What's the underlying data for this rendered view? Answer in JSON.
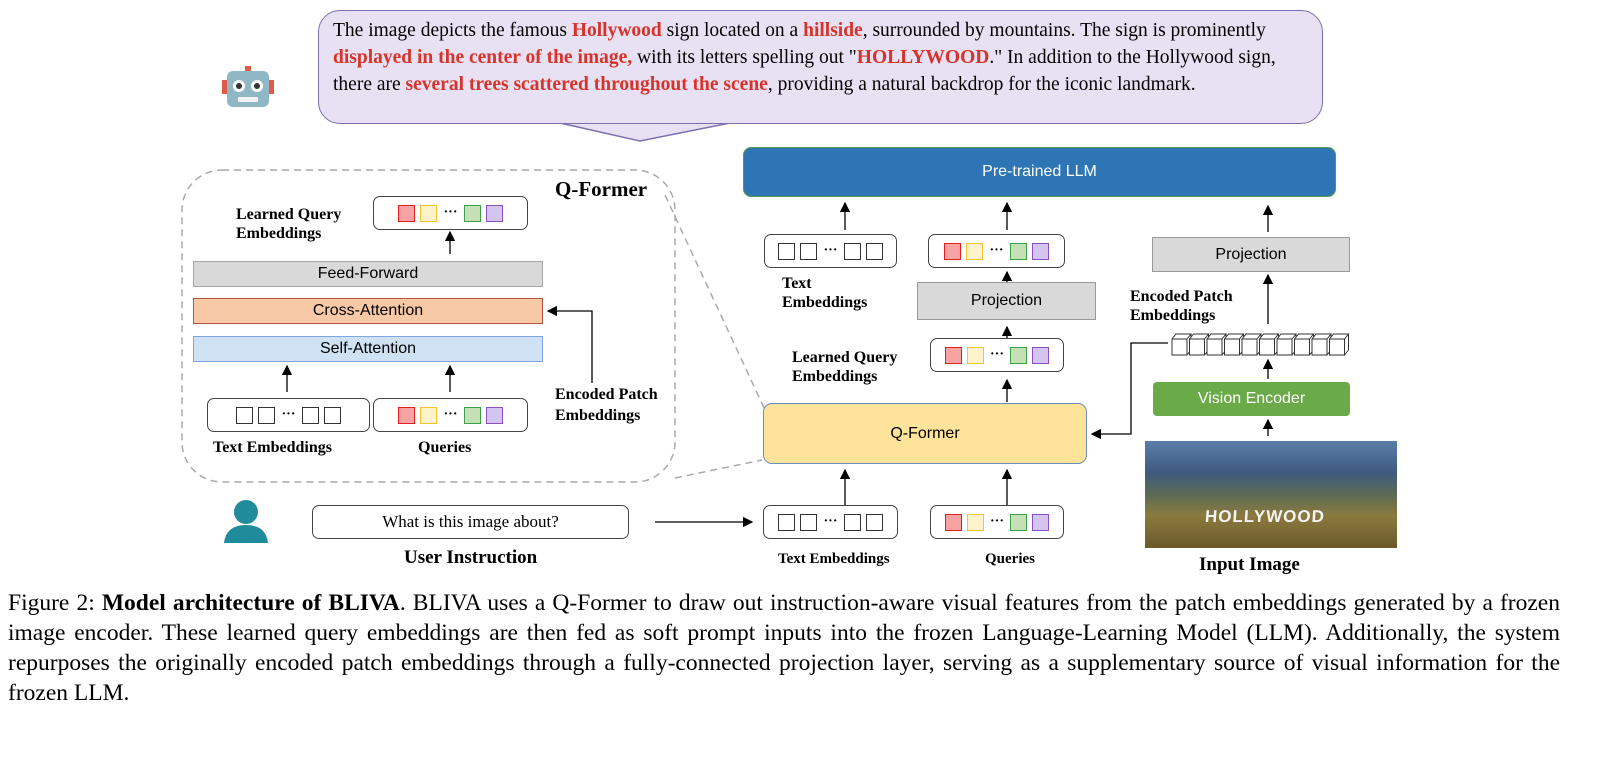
{
  "bubble": {
    "segments": [
      {
        "text": "The image depicts the famous ",
        "highlight": false
      },
      {
        "text": "Hollywood",
        "highlight": true
      },
      {
        "text": " sign located on a ",
        "highlight": false
      },
      {
        "text": "hillside",
        "highlight": true
      },
      {
        "text": ", surrounded by mountains. The sign is prominently ",
        "highlight": false
      },
      {
        "text": "displayed in the center of the image,",
        "highlight": true
      },
      {
        "text": " with its letters spelling out \"",
        "highlight": false
      },
      {
        "text": "HOLLYWOOD",
        "highlight": true
      },
      {
        "text": ".\" In addition to the Hollywood sign, there are ",
        "highlight": false
      },
      {
        "text": "several trees scattered throughout the scene",
        "highlight": true
      },
      {
        "text": ", providing a natural backdrop for the iconic landmark.",
        "highlight": false
      }
    ],
    "highlight_color": "#d7332a"
  },
  "icons": {
    "assistant": "robot-icon",
    "user": "user-icon"
  },
  "qformer_detail": {
    "title": "Q-Former",
    "learned_query_label": "Learned Query Embeddings",
    "feed_forward": "Feed-Forward",
    "cross_attention": "Cross-Attention",
    "self_attention": "Self-Attention",
    "text_embeddings_label": "Text Embeddings",
    "queries_label": "Queries",
    "encoded_patch_label": "Encoded Patch Embeddings"
  },
  "main": {
    "llm": "Pre-trained LLM",
    "text_embeddings_label_top": "Text Embeddings",
    "projection_mid": "Projection",
    "learned_query_label": "Learned Query Embeddings",
    "qformer": "Q-Former",
    "text_embeddings_label": "Text Embeddings",
    "queries_label": "Queries",
    "projection_right": "Projection",
    "encoded_patch_label": "Encoded Patch Embeddings",
    "vision_encoder": "Vision Encoder",
    "image_sign_text": "HOLLYWOOD",
    "input_image_label": "Input Image",
    "instruction": "What is this image about?",
    "instruction_label": "User Instruction"
  },
  "colors": {
    "llm": "#2e75b6",
    "qformer": "#fde49a",
    "vision_encoder": "#6aaa48",
    "query_colors": [
      "#f8a3a3",
      "#fff2cc",
      "#c5e0b4",
      "#d3c4f0"
    ],
    "query_borders": [
      "#e02020",
      "#f2c530",
      "#3ca04a",
      "#8a50c0"
    ]
  },
  "caption": {
    "prefix": "Figure 2: ",
    "bold": "Model architecture of BLIVA",
    "text": ". BLIVA uses a Q-Former to draw out instruction-aware visual features from the patch embeddings generated by a frozen image encoder. These learned query embeddings are then fed as soft prompt inputs into the frozen Language-Learning Model (LLM). Additionally, the system repurposes the originally encoded patch embeddings through a fully-connected projection layer, serving as a supplementary source of visual information for the frozen LLM."
  }
}
